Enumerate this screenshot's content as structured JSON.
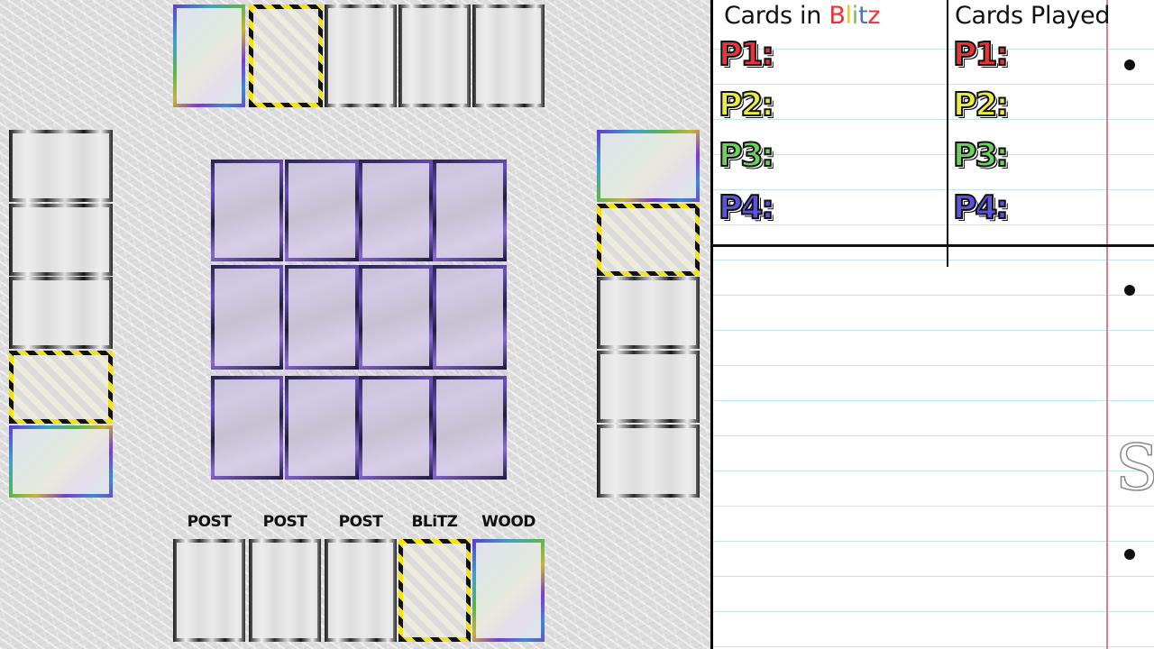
{
  "table": {
    "pile_labels": [
      "POST",
      "POST",
      "POST",
      "BLiTZ",
      "WOOD"
    ]
  },
  "notebook": {
    "cards_in_blitz": {
      "prefix": "Cards in ",
      "blitz": [
        "B",
        "l",
        "i",
        "t",
        "z"
      ],
      "blitz_colors": [
        "#e8333a",
        "#e8c53a",
        "#6cc35a",
        "#4a6ad8",
        "#e8333a"
      ]
    },
    "cards_played": "Cards Played",
    "players": [
      {
        "label": "P1:",
        "color": "#e8333a",
        "blitz_count": "",
        "played_count": ""
      },
      {
        "label": "P2:",
        "color": "#ecec3c",
        "blitz_count": "",
        "played_count": ""
      },
      {
        "label": "P3:",
        "color": "#6cd05a",
        "blitz_count": "",
        "played_count": ""
      },
      {
        "label": "P4:",
        "color": "#5a52e0",
        "blitz_count": "",
        "played_count": ""
      }
    ],
    "doodle": "S"
  }
}
